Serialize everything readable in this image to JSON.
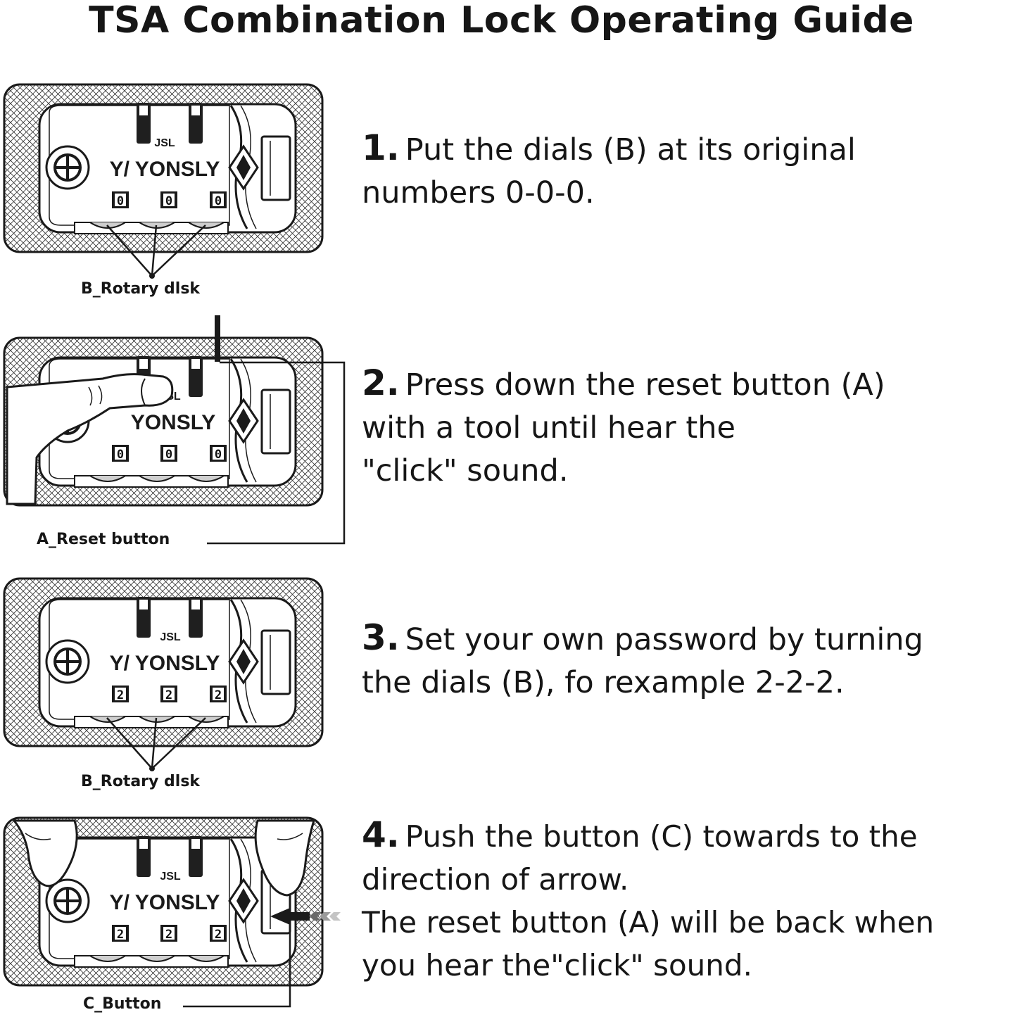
{
  "title": "TSA Combination Lock Operating Guide",
  "lock": {
    "brand": "YONSLY",
    "brand_mark": "Y/",
    "model_code": "JSL"
  },
  "steps": [
    {
      "number": "1.",
      "lines": [
        "Put the dials (B) at its original",
        "numbers 0-0-0."
      ],
      "dial_digits": [
        "0",
        "0",
        "0"
      ],
      "label": "B_Rotary dlsk"
    },
    {
      "number": "2.",
      "lines": [
        "Press down the reset button (A)",
        "with a tool until hear the",
        "\"click\" sound."
      ],
      "dial_digits": [
        "0",
        "0",
        "0"
      ],
      "label": "A_Reset button"
    },
    {
      "number": "3.",
      "lines": [
        "Set your own password by turning",
        "the dials (B), fo rexample 2-2-2."
      ],
      "dial_digits": [
        "2",
        "2",
        "2"
      ],
      "label": "B_Rotary dlsk"
    },
    {
      "number": "4.",
      "lines": [
        "Push the button (C) towards to the",
        "direction of arrow.",
        "The reset button (A) will be back when",
        "you hear the\"click\" sound."
      ],
      "dial_digits": [
        "2",
        "2",
        "2"
      ],
      "label": "C_Button"
    }
  ],
  "icons": [
    "screw-icon",
    "tsa-diamond-icon",
    "hand-icon",
    "arrow-left-icon"
  ]
}
